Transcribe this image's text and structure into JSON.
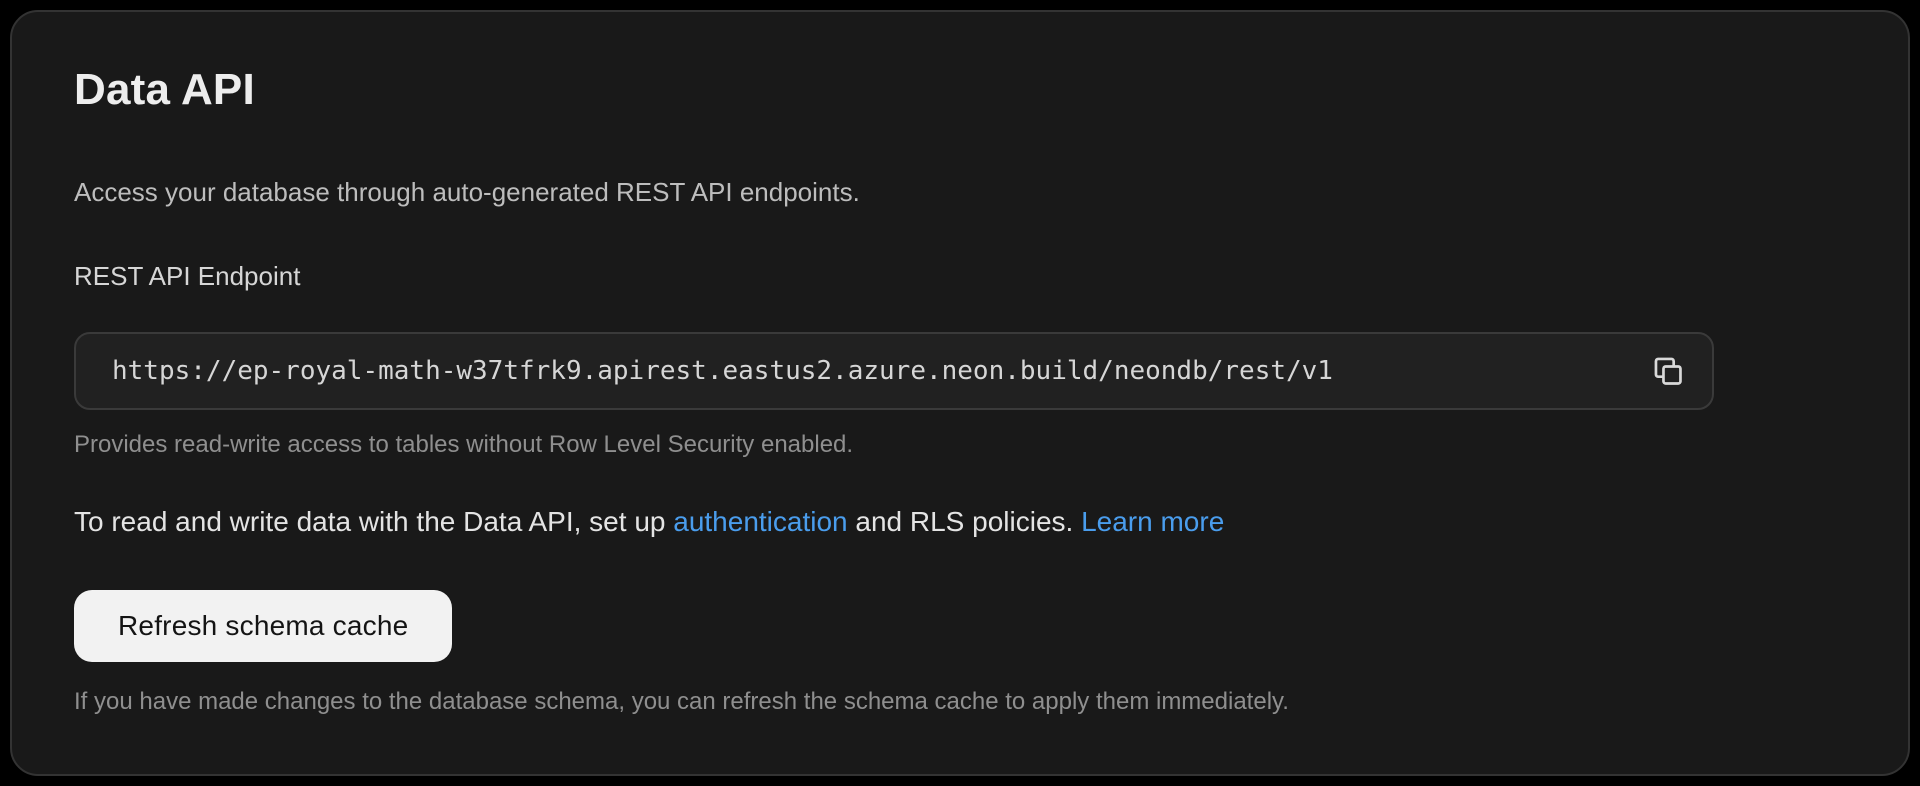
{
  "page": {
    "title": "Data API",
    "description": "Access your database through auto-generated REST API endpoints."
  },
  "endpoint": {
    "label": "REST API Endpoint",
    "url": "https://ep-royal-math-w37tfrk9.apirest.eastus2.azure.neon.build/neondb/rest/v1",
    "copy_icon": "copy-icon",
    "helper": "Provides read-write access to tables without Row Level Security enabled."
  },
  "info": {
    "text_before": "To read and write data with the Data API, set up ",
    "authentication_link": "authentication",
    "text_middle": " and RLS policies. ",
    "learn_more_link": "Learn more"
  },
  "schema_cache": {
    "button_label": "Refresh schema cache",
    "helper": "If you have made changes to the database schema, you can refresh the schema cache to apply them immediately."
  },
  "colors": {
    "page_bg": "#000000",
    "card_bg": "#191919",
    "card_border": "#333333",
    "field_bg": "#212121",
    "field_border": "#3a3a3a",
    "link_blue": "#4a9ded",
    "button_bg": "#f2f2f2",
    "button_text": "#141414",
    "helper_text": "#8f8f8f"
  }
}
